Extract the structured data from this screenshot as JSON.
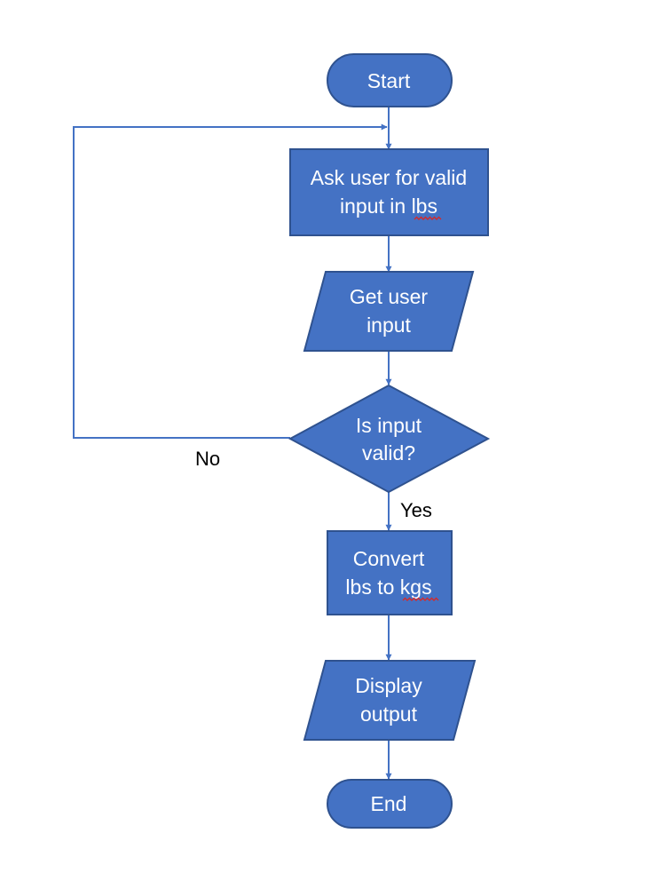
{
  "diagram": {
    "nodes": {
      "start": {
        "shape": "terminator",
        "lines": [
          "Start"
        ]
      },
      "ask": {
        "shape": "process",
        "lines": [
          "Ask user for valid",
          "input in lbs"
        ]
      },
      "get_input": {
        "shape": "input-output",
        "lines": [
          "Get user",
          "input"
        ]
      },
      "decision": {
        "shape": "decision",
        "lines": [
          "Is input",
          "valid?"
        ]
      },
      "convert": {
        "shape": "process",
        "lines": [
          "Convert",
          "lbs to kgs"
        ]
      },
      "display": {
        "shape": "input-output",
        "lines": [
          "Display",
          "output"
        ]
      },
      "end": {
        "shape": "terminator",
        "lines": [
          "End"
        ]
      }
    },
    "edges": {
      "no_label": "No",
      "yes_label": "Yes"
    },
    "colors": {
      "shape_fill": "#4472C4",
      "shape_border": "#2F528F",
      "connector": "#4472C4",
      "node_text": "#FFFFFF",
      "label_text": "#000000",
      "spellcheck_underline": "#D42A2A"
    }
  }
}
